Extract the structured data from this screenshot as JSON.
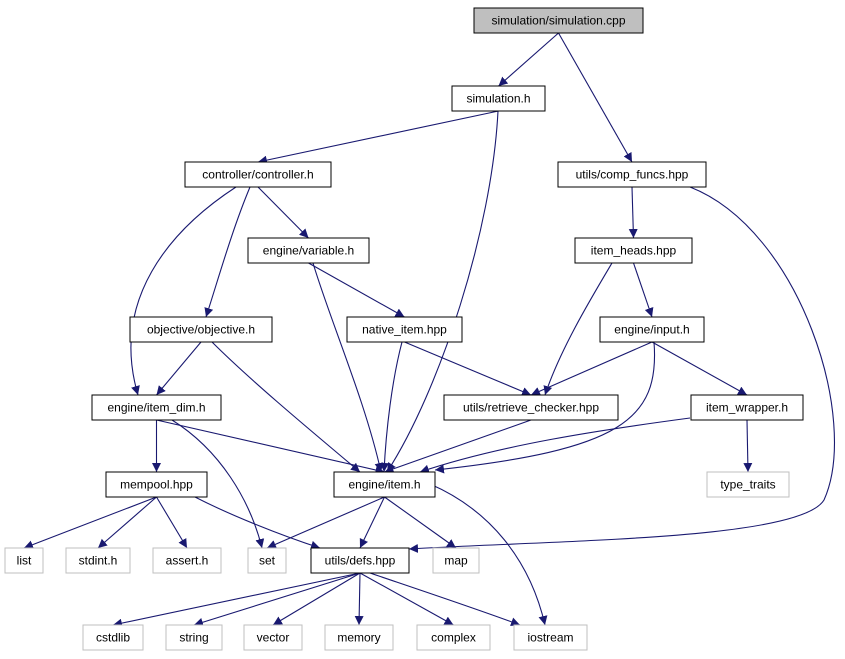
{
  "colors": {
    "edge": "#191970",
    "root_fill": "#bfbfbf",
    "node_border": "#000000",
    "system_border": "#bfbfbf"
  },
  "nodes": [
    {
      "id": "root",
      "label": "simulation/simulation.cpp",
      "kind": "root"
    },
    {
      "id": "simh",
      "label": "simulation.h",
      "kind": "file"
    },
    {
      "id": "ctrl",
      "label": "controller/controller.h",
      "kind": "file"
    },
    {
      "id": "comp",
      "label": "utils/comp_funcs.hpp",
      "kind": "file"
    },
    {
      "id": "var",
      "label": "engine/variable.h",
      "kind": "file"
    },
    {
      "id": "heads",
      "label": "item_heads.hpp",
      "kind": "file"
    },
    {
      "id": "obj",
      "label": "objective/objective.h",
      "kind": "file"
    },
    {
      "id": "native",
      "label": "native_item.hpp",
      "kind": "file"
    },
    {
      "id": "input",
      "label": "engine/input.h",
      "kind": "file"
    },
    {
      "id": "dim",
      "label": "engine/item_dim.h",
      "kind": "file"
    },
    {
      "id": "retr",
      "label": "utils/retrieve_checker.hpp",
      "kind": "file"
    },
    {
      "id": "wrap",
      "label": "item_wrapper.h",
      "kind": "file"
    },
    {
      "id": "mem",
      "label": "mempool.hpp",
      "kind": "file"
    },
    {
      "id": "item",
      "label": "engine/item.h",
      "kind": "file"
    },
    {
      "id": "tt",
      "label": "type_traits",
      "kind": "system"
    },
    {
      "id": "list",
      "label": "list",
      "kind": "system"
    },
    {
      "id": "stdint",
      "label": "stdint.h",
      "kind": "system"
    },
    {
      "id": "assert",
      "label": "assert.h",
      "kind": "system"
    },
    {
      "id": "set",
      "label": "set",
      "kind": "system"
    },
    {
      "id": "defs",
      "label": "utils/defs.hpp",
      "kind": "file"
    },
    {
      "id": "map",
      "label": "map",
      "kind": "system"
    },
    {
      "id": "cstdlib",
      "label": "cstdlib",
      "kind": "system"
    },
    {
      "id": "string",
      "label": "string",
      "kind": "system"
    },
    {
      "id": "vector",
      "label": "vector",
      "kind": "system"
    },
    {
      "id": "memory",
      "label": "memory",
      "kind": "system"
    },
    {
      "id": "complex",
      "label": "complex",
      "kind": "system"
    },
    {
      "id": "iostream",
      "label": "iostream",
      "kind": "system"
    }
  ],
  "edges": [
    {
      "from": "root",
      "to": "simh"
    },
    {
      "from": "root",
      "to": "comp"
    },
    {
      "from": "simh",
      "to": "ctrl"
    },
    {
      "from": "simh",
      "to": "item"
    },
    {
      "from": "ctrl",
      "to": "var"
    },
    {
      "from": "ctrl",
      "to": "obj"
    },
    {
      "from": "ctrl",
      "to": "dim"
    },
    {
      "from": "comp",
      "to": "heads"
    },
    {
      "from": "comp",
      "to": "defs"
    },
    {
      "from": "var",
      "to": "native"
    },
    {
      "from": "var",
      "to": "item"
    },
    {
      "from": "heads",
      "to": "input"
    },
    {
      "from": "heads",
      "to": "retr"
    },
    {
      "from": "obj",
      "to": "dim"
    },
    {
      "from": "obj",
      "to": "item"
    },
    {
      "from": "native",
      "to": "retr"
    },
    {
      "from": "native",
      "to": "item"
    },
    {
      "from": "input",
      "to": "retr"
    },
    {
      "from": "input",
      "to": "wrap"
    },
    {
      "from": "input",
      "to": "item"
    },
    {
      "from": "retr",
      "to": "item"
    },
    {
      "from": "wrap",
      "to": "item"
    },
    {
      "from": "wrap",
      "to": "tt"
    },
    {
      "from": "dim",
      "to": "mem"
    },
    {
      "from": "dim",
      "to": "item"
    },
    {
      "from": "dim",
      "to": "set"
    },
    {
      "from": "mem",
      "to": "list"
    },
    {
      "from": "mem",
      "to": "stdint"
    },
    {
      "from": "mem",
      "to": "assert"
    },
    {
      "from": "mem",
      "to": "defs"
    },
    {
      "from": "item",
      "to": "set"
    },
    {
      "from": "item",
      "to": "defs"
    },
    {
      "from": "item",
      "to": "map"
    },
    {
      "from": "item",
      "to": "iostream"
    },
    {
      "from": "defs",
      "to": "cstdlib"
    },
    {
      "from": "defs",
      "to": "string"
    },
    {
      "from": "defs",
      "to": "vector"
    },
    {
      "from": "defs",
      "to": "memory"
    },
    {
      "from": "defs",
      "to": "complex"
    },
    {
      "from": "defs",
      "to": "iostream"
    }
  ]
}
